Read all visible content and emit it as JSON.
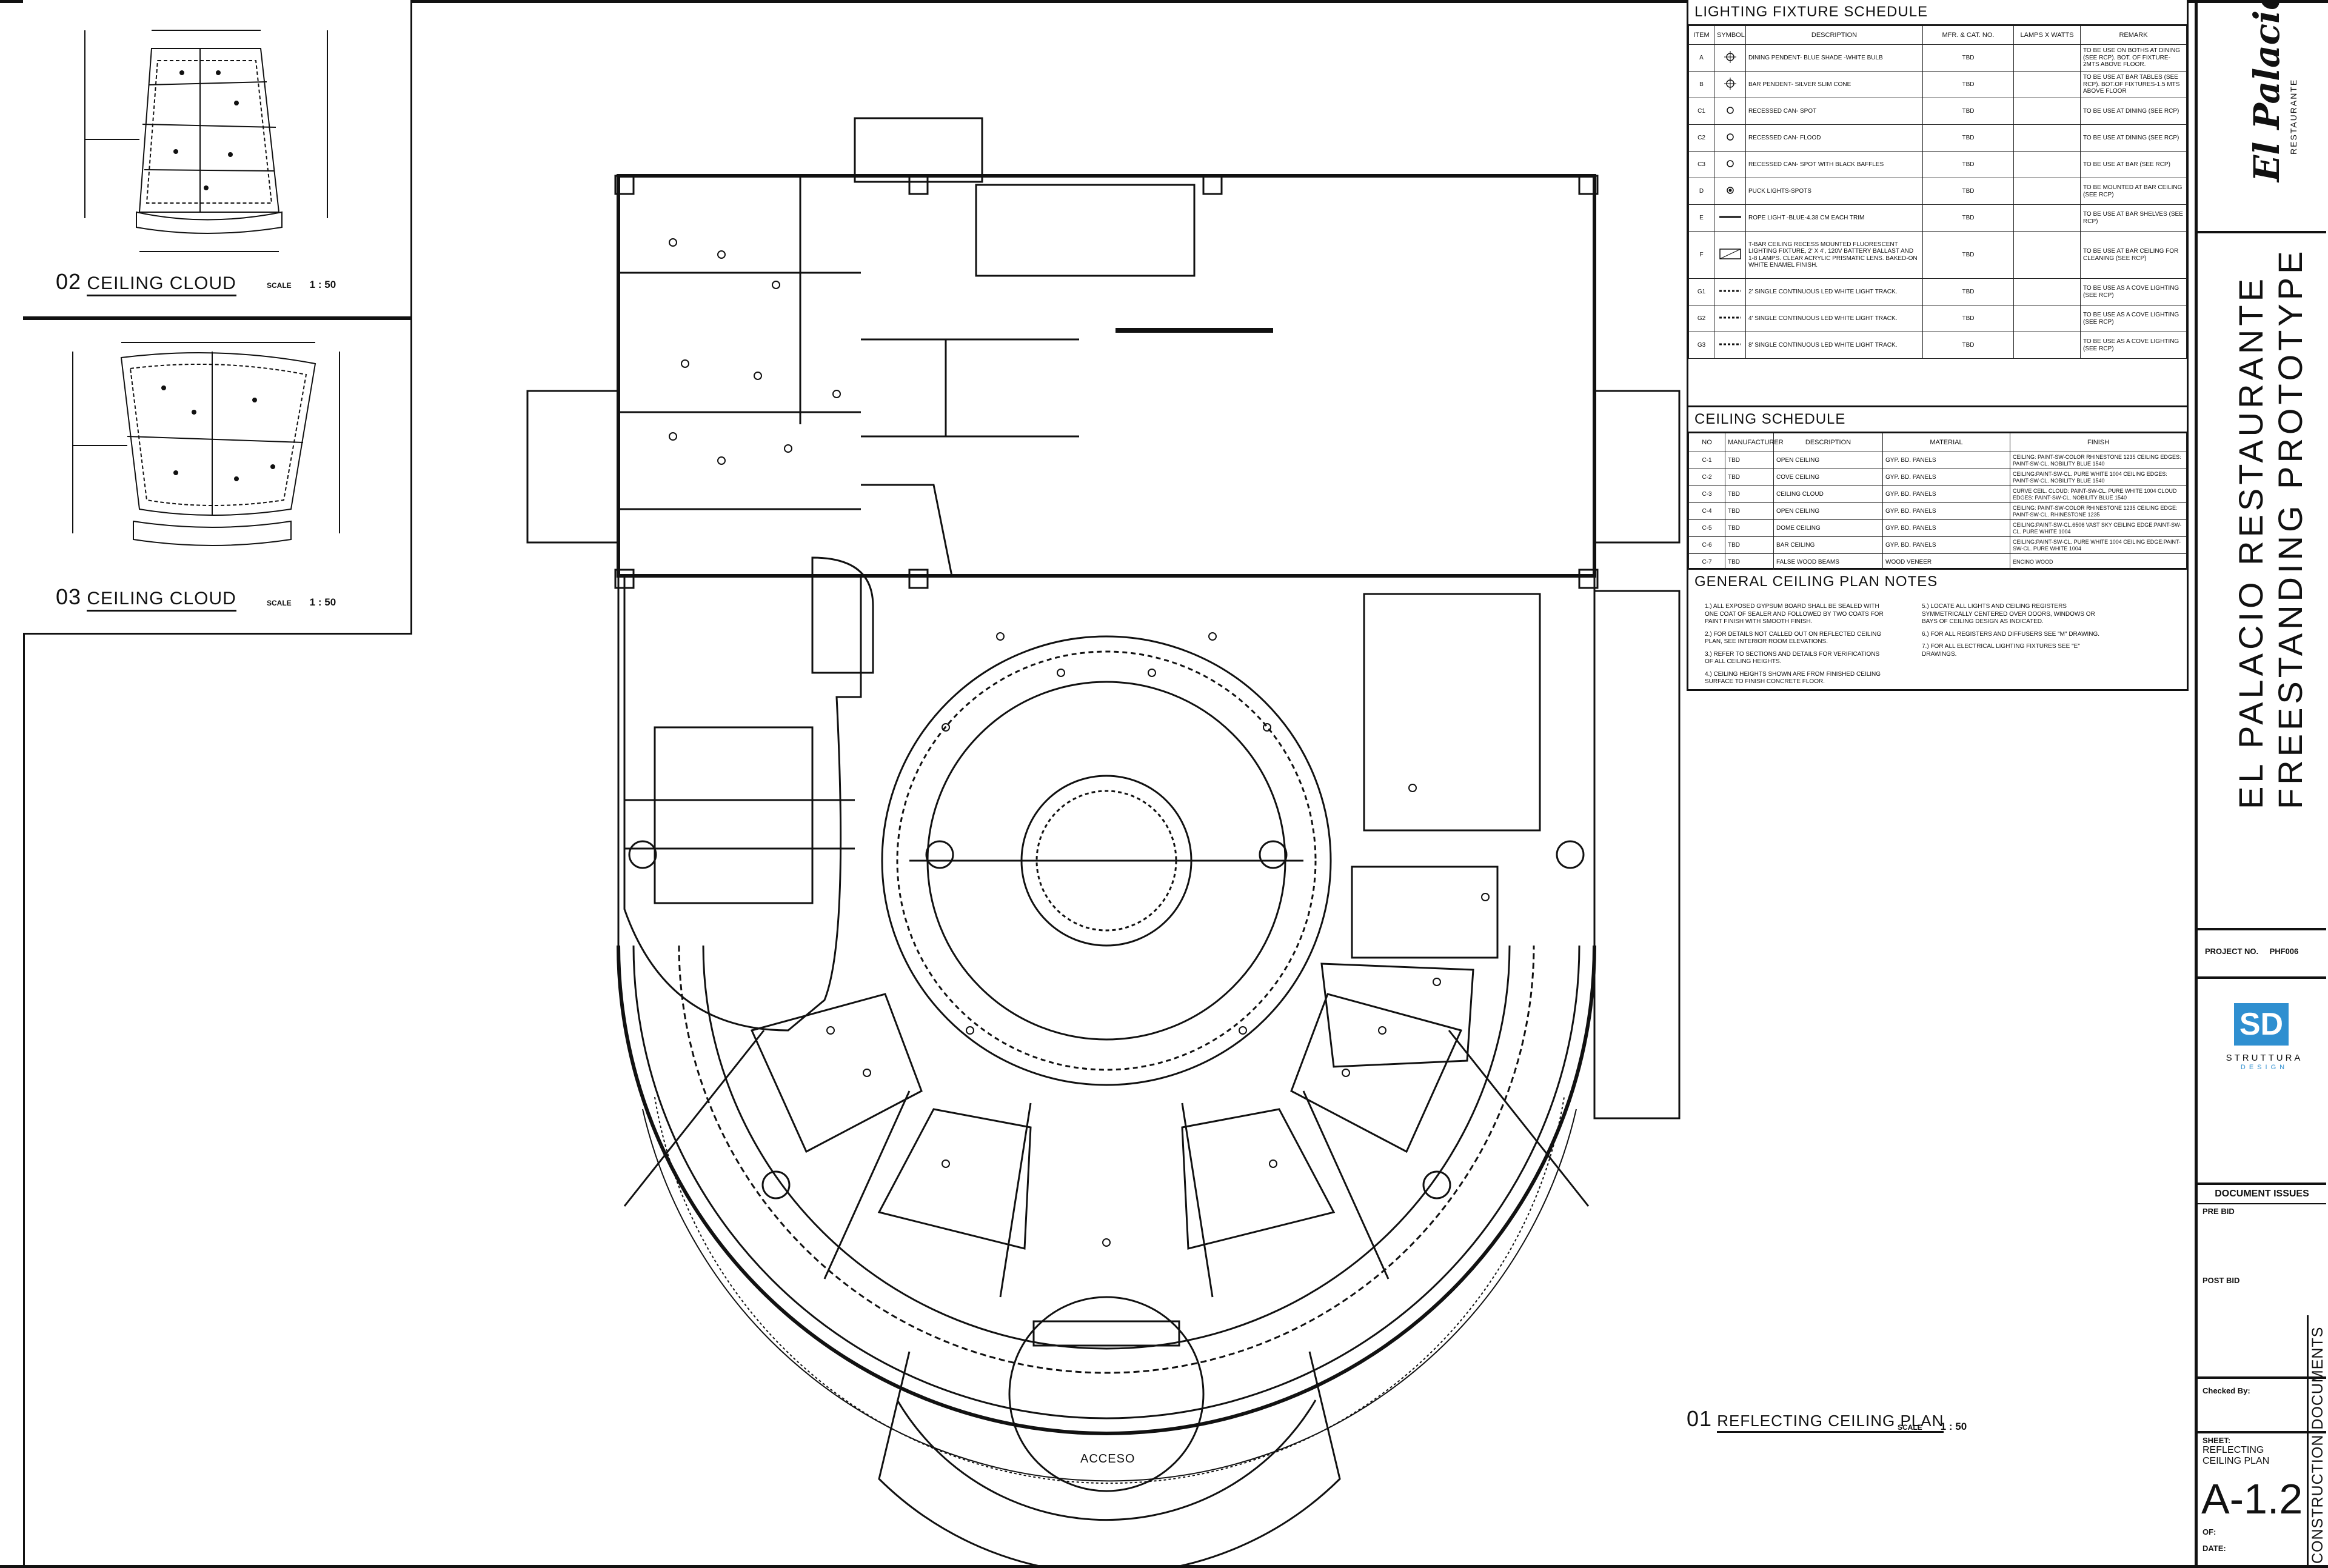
{
  "details": {
    "d02": {
      "number": "02",
      "label": "CEILING CLOUD",
      "scale_label": "SCALE",
      "scale": "1 : 50"
    },
    "d03": {
      "number": "03",
      "label": "CEILING CLOUD",
      "scale_label": "SCALE",
      "scale": "1 : 50"
    },
    "d01": {
      "number": "01",
      "label": "REFLECTING CEILING PLAN",
      "scale_label": "SCALE",
      "scale": "1 : 50"
    }
  },
  "plan": {
    "entrance_label": "ACCESO"
  },
  "lighting_schedule": {
    "title": "LIGHTING FIXTURE SCHEDULE",
    "headers": [
      "ITEM",
      "SYMBOL",
      "DESCRIPTION",
      "MFR. & CAT. NO.",
      "LAMPS X WATTS",
      "REMARK"
    ],
    "rows": [
      {
        "item": "A",
        "symbol": "pendant-crosshair",
        "desc": "DINING PENDENT- BLUE SHADE -WHITE BULB",
        "mfr": "TBD",
        "lamps": "",
        "remark": "TO BE USE ON BOTHS AT DINING (SEE RCP). BOT. OF FIXTURE-2MTS ABOVE FLOOR."
      },
      {
        "item": "B",
        "symbol": "pendant-crosshair",
        "desc": "BAR PENDENT- SILVER SLIM CONE",
        "mfr": "TBD",
        "lamps": "",
        "remark": "TO BE USE AT BAR TABLES (SEE RCP). BOT.OF FIXTURES-1.5 MTS ABOVE FLOOR"
      },
      {
        "item": "C1",
        "symbol": "circle",
        "desc": "RECESSED CAN- SPOT",
        "mfr": "TBD",
        "lamps": "",
        "remark": "TO BE USE AT DINING (SEE RCP)"
      },
      {
        "item": "C2",
        "symbol": "circle",
        "desc": "RECESSED CAN- FLOOD",
        "mfr": "TBD",
        "lamps": "",
        "remark": "TO BE USE AT DINING (SEE RCP)"
      },
      {
        "item": "C3",
        "symbol": "circle",
        "desc": "RECESSED CAN- SPOT WITH BLACK BAFFLES",
        "mfr": "TBD",
        "lamps": "",
        "remark": "TO BE USE AT BAR (SEE RCP)"
      },
      {
        "item": "D",
        "symbol": "dot",
        "desc": "PUCK LIGHTS-SPOTS",
        "mfr": "TBD",
        "lamps": "",
        "remark": "TO BE MOUNTED AT BAR CEILING (SEE RCP)"
      },
      {
        "item": "E",
        "symbol": "line",
        "desc": "ROPE LIGHT -BLUE-4.38 CM EACH TRIM",
        "mfr": "TBD",
        "lamps": "",
        "remark": "TO BE USE AT BAR SHELVES (SEE RCP)"
      },
      {
        "item": "F",
        "symbol": "box",
        "desc": "T-BAR CEILING RECESS MOUNTED FLUORESCENT LIGHTING FIXTURE, 2' X 4', 120V BATTERY BALLAST AND 1-8 LAMPS. CLEAR ACRYLIC PRISMATIC LENS. BAKED-ON WHITE ENAMEL FINISH.",
        "mfr": "TBD",
        "lamps": "",
        "remark": "TO BE USE AT BAR CEILING FOR CLEANING (SEE RCP)"
      },
      {
        "item": "G1",
        "symbol": "dashes",
        "desc": "2' SINGLE CONTINUOUS LED WHITE LIGHT TRACK.",
        "mfr": "TBD",
        "lamps": "",
        "remark": "TO BE USE AS A COVE LIGHTING (SEE RCP)"
      },
      {
        "item": "G2",
        "symbol": "dashes",
        "desc": "4' SINGLE CONTINUOUS LED WHITE LIGHT TRACK.",
        "mfr": "TBD",
        "lamps": "",
        "remark": "TO BE USE AS A COVE LIGHTING (SEE RCP)"
      },
      {
        "item": "G3",
        "symbol": "dashes",
        "desc": "8' SINGLE CONTINUOUS LED WHITE LIGHT TRACK.",
        "mfr": "TBD",
        "lamps": "",
        "remark": "TO BE USE AS A COVE LIGHTING (SEE RCP)"
      }
    ]
  },
  "ceiling_schedule": {
    "title": "CEILING SCHEDULE",
    "headers": [
      "NO",
      "MANUFACTURER",
      "DESCRIPTION",
      "MATERIAL",
      "FINISH"
    ],
    "rows": [
      {
        "no": "C-1",
        "mfr": "TBD",
        "desc": "OPEN CEILING",
        "material": "GYP. BD. PANELS",
        "finish": "CEILING: PAINT-SW-COLOR RHINESTONE 1235 CEILING EDGES: PAINT-SW-CL. NOBILITY BLUE 1540"
      },
      {
        "no": "C-2",
        "mfr": "TBD",
        "desc": "COVE CEILING",
        "material": "GYP. BD. PANELS",
        "finish": "CEILING:PAINT-SW-CL. PURE WHITE 1004 CEILING EDGES: PAINT-SW-CL. NOBILITY BLUE 1540"
      },
      {
        "no": "C-3",
        "mfr": "TBD",
        "desc": "CEILING CLOUD",
        "material": "GYP. BD. PANELS",
        "finish": "CURVE CEIL. CLOUD: PAINT-SW-CL. PURE WHITE 1004 CLOUD EDGES: PAINT-SW-CL. NOBILITY BLUE 1540"
      },
      {
        "no": "C-4",
        "mfr": "TBD",
        "desc": "OPEN CEILING",
        "material": "GYP. BD. PANELS",
        "finish": "CEILING: PAINT-SW-COLOR RHINESTONE 1235 CEILING EDGE: PAINT-SW-CL. RHINESTONE 1235"
      },
      {
        "no": "C-5",
        "mfr": "TBD",
        "desc": "DOME CEILING",
        "material": "GYP. BD. PANELS",
        "finish": "CEILING:PAINT-SW-CL.6506 VAST SKY CEILING EDGE:PAINT-SW-CL. PURE WHITE 1004"
      },
      {
        "no": "C-6",
        "mfr": "TBD",
        "desc": "BAR CEILING",
        "material": "GYP. BD. PANELS",
        "finish": "CEILING:PAINT-SW-CL. PURE WHITE 1004 CEILING EDGE:PAINT-SW-CL. PURE WHITE 1004"
      },
      {
        "no": "C-7",
        "mfr": "TBD",
        "desc": "FALSE WOOD BEAMS",
        "material": "WOOD VENEER",
        "finish": "ENCINO WOOD"
      }
    ]
  },
  "notes": {
    "title": "GENERAL CEILING PLAN NOTES",
    "left": [
      "1.) ALL EXPOSED GYPSUM BOARD SHALL BE SEALED WITH ONE COAT OF SEALER AND FOLLOWED BY TWO COATS FOR PAINT FINISH WITH SMOOTH FINISH.",
      "2.) FOR DETAILS NOT CALLED OUT ON REFLECTED CEILING PLAN, SEE INTERIOR ROOM ELEVATIONS.",
      "3.) REFER TO SECTIONS AND DETAILS FOR VERIFICATIONS OF ALL CEILING HEIGHTS.",
      "4.) CEILING HEIGHTS SHOWN ARE FROM FINISHED CEILING SURFACE TO FINISH CONCRETE FLOOR."
    ],
    "right": [
      "5.) LOCATE ALL LIGHTS AND CEILING REGISTERS SYMMETRICALLY CENTERED OVER DOORS, WINDOWS OR BAYS OF CEILING DESIGN AS INDICATED.",
      "6.) FOR ALL REGISTERS AND DIFFUSERS SEE \"M\" DRAWING.",
      "7.) FOR ALL ELECTRICAL LIGHTING FIXTURES SEE \"E\" DRAWINGS."
    ]
  },
  "title_block": {
    "logo_script": "El Palacio",
    "logo_sub": "RESTAURANTE",
    "project_line1": "EL PALACIO RESTAURANTE",
    "project_line2": "FREESTANDING PROTOTYPE",
    "project_no_label": "PROJECT NO.",
    "project_no": "PHF006",
    "firm_mark": "SD",
    "firm_name": "STRUTTURA",
    "firm_sub": "DESIGN",
    "doc_issues_title": "DOCUMENT ISSUES",
    "pre_bid": "PRE BID",
    "post_bid": "POST BID",
    "checked_by": "Checked By:",
    "vertical_stamp": "CONSTRUCTION DOCUMENTS",
    "sheet_label": "SHEET:",
    "sheet_title": "REFLECTING CEILING PLAN",
    "sheet_number": "A-1.2",
    "of_label": "OF:",
    "date_label": "DATE:"
  },
  "colors": {
    "ink": "#111111",
    "firm_blue": "#2f8fd0"
  }
}
